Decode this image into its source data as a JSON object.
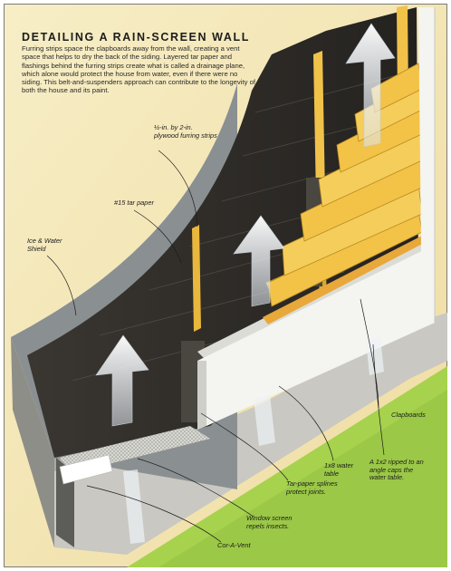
{
  "title": "DETAILING A RAIN-SCREEN WALL",
  "intro": "Furring strips space the clapboards away from the wall, creating a vent space that helps to dry the back of the siding. Layered tar paper and flashings behind the furring strips create what is called a drainage plane, which alone would protect the house from water, even if there were no siding. This belt-and-suspenders approach can contribute to the longevity of both the house and its paint.",
  "labels": {
    "furring_strips": "½-in. by 2-in. plywood furring strips",
    "tar_paper": "#15 tar paper",
    "ice_water_shield": "Ice & Water Shield",
    "clapboards": "Clapboards",
    "water_table": "1x8 water table",
    "angle_cap": "A 1x2 ripped to an angle caps the water table.",
    "splines": "Tar-paper splines protect joints.",
    "window_screen": "Window screen repels insects.",
    "cor_a_vent": "Cor-A-Vent"
  },
  "colors": {
    "background_cream": "#f6ebbe",
    "tar_paper": "#2e2b27",
    "ice_water_shield": "#8a8f92",
    "clapboard": "#f2c347",
    "water_table": "#f4f4f0",
    "concrete": "#c9c8c2",
    "grass": "#a6d24e",
    "arrow": "#eef2f6"
  }
}
